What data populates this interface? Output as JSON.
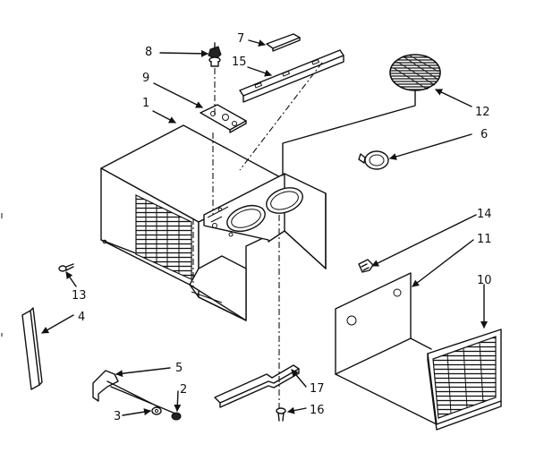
{
  "parts": [
    {
      "id": "1",
      "label": "1"
    },
    {
      "id": "2",
      "label": "2"
    },
    {
      "id": "3",
      "label": "3"
    },
    {
      "id": "4",
      "label": "4"
    },
    {
      "id": "5",
      "label": "5"
    },
    {
      "id": "6",
      "label": "6"
    },
    {
      "id": "7",
      "label": "7"
    },
    {
      "id": "8",
      "label": "8"
    },
    {
      "id": "9",
      "label": "9"
    },
    {
      "id": "10",
      "label": "10"
    },
    {
      "id": "11",
      "label": "11"
    },
    {
      "id": "12",
      "label": "12"
    },
    {
      "id": "13",
      "label": "13"
    },
    {
      "id": "14",
      "label": "14"
    },
    {
      "id": "15",
      "label": "15"
    },
    {
      "id": "16",
      "label": "16"
    },
    {
      "id": "17",
      "label": "17"
    }
  ]
}
